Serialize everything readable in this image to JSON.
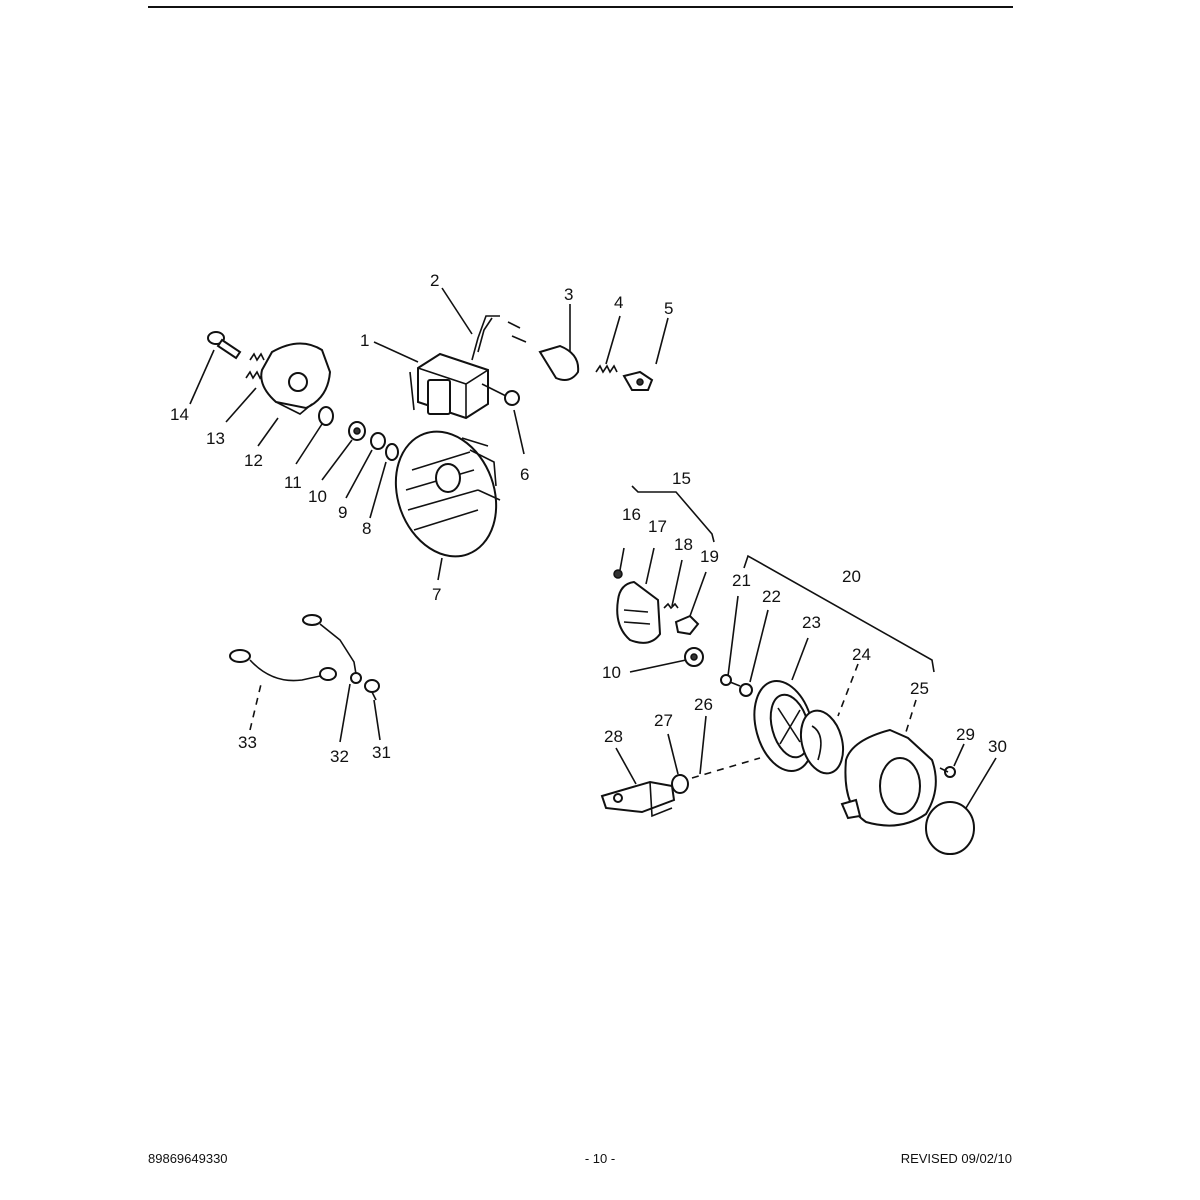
{
  "labels": {
    "p1": "1",
    "p2": "2",
    "p3": "3",
    "p4": "4",
    "p5": "5",
    "p6": "6",
    "p7": "7",
    "p8": "8",
    "p9": "9",
    "p10a": "10",
    "p10b": "10",
    "p11": "11",
    "p12": "12",
    "p13": "13",
    "p14": "14",
    "p15": "15",
    "p16": "16",
    "p17": "17",
    "p18": "18",
    "p19": "19",
    "p20": "20",
    "p21": "21",
    "p22": "22",
    "p23": "23",
    "p24": "24",
    "p25": "25",
    "p26": "26",
    "p27": "27",
    "p28": "28",
    "p29": "29",
    "p30": "30",
    "p31": "31",
    "p32": "32",
    "p33": "33"
  },
  "footer": {
    "part_number": "89869649330",
    "page": "- 10 -",
    "revised": "REVISED 09/02/10"
  }
}
